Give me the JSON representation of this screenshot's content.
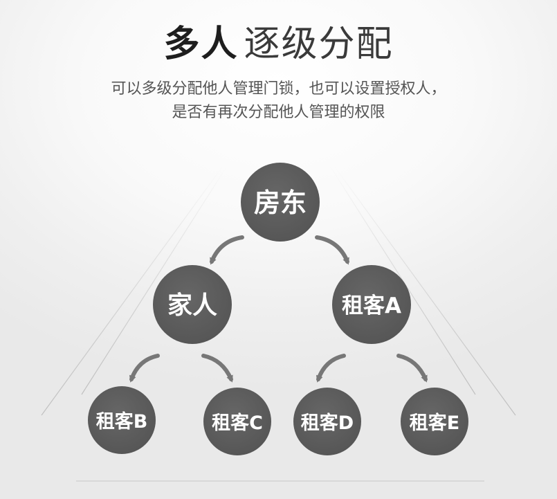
{
  "header": {
    "title_bold": "多人",
    "title_light": "逐级分配",
    "subtitle_line1": "可以多级分配他人管理门锁，也可以设置授权人，",
    "subtitle_line2": "是否有再次分配他人管理的权限"
  },
  "diagram": {
    "root": "房东",
    "level2": [
      "家人",
      "租客A"
    ],
    "level3": [
      "租客B",
      "租客C",
      "租客D",
      "租客E"
    ]
  },
  "colors": {
    "node_fill": "#5a5a5a",
    "arrow": "#777777",
    "title": "#1e1e1e",
    "subtitle": "#555555"
  }
}
